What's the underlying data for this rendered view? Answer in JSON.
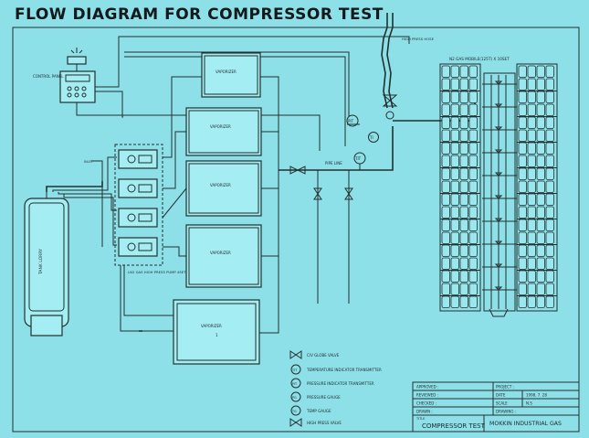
{
  "title": "FLOW DIAGRAM FOR COMPRESSOR TEST",
  "control_panel": "CONTROL PANEL",
  "high_press_hose": "HIGH PRESS HOSE",
  "gas_bank": "N2 GAS MOBILE(125T) X 10SET",
  "tank": "TANK LORRY",
  "pump_label": "LN2 GAS HIGH PRESS PUMP 4SET",
  "vaporizers": [
    "VAPORIZER",
    "VAPORIZER",
    "VAPORIZER",
    "VAPORIZER",
    "VAPORIZER"
  ],
  "pipe_label": "PIPE LINE",
  "instruments": {
    "pit": "PIT",
    "ti": "TI",
    "tit": "TIT"
  },
  "legend": [
    {
      "symbol": "",
      "text": "C/V GLOBE VALVE"
    },
    {
      "symbol": "TIT",
      "text": "TEMPERATURE INDICATOR TRANSMITTER"
    },
    {
      "symbol": "PIT",
      "text": "PRESSURE INDICATOR TRANSMITTER"
    },
    {
      "symbol": "PG",
      "text": "PRESSURE GAUGE"
    },
    {
      "symbol": "TG",
      "text": "TEMP GAUGE"
    },
    {
      "symbol": "",
      "text": "HIGH PRESS VALVE"
    }
  ],
  "title_block": {
    "approved": "APPROVED :",
    "reviewed": "REVIEWED :",
    "checked": "CHECKED :",
    "drawn": "DRAWN :",
    "project": "PROJECT :",
    "date": "DATE",
    "date_value": "1998. 7. 28",
    "scale": "SCALE",
    "scale_value": "N.S",
    "drawing": "DRAWING :",
    "title_label": "TITLE",
    "drawing_title": "COMPRESSOR TEST",
    "company": "MOKKIN INDUSTRIAL GAS"
  }
}
